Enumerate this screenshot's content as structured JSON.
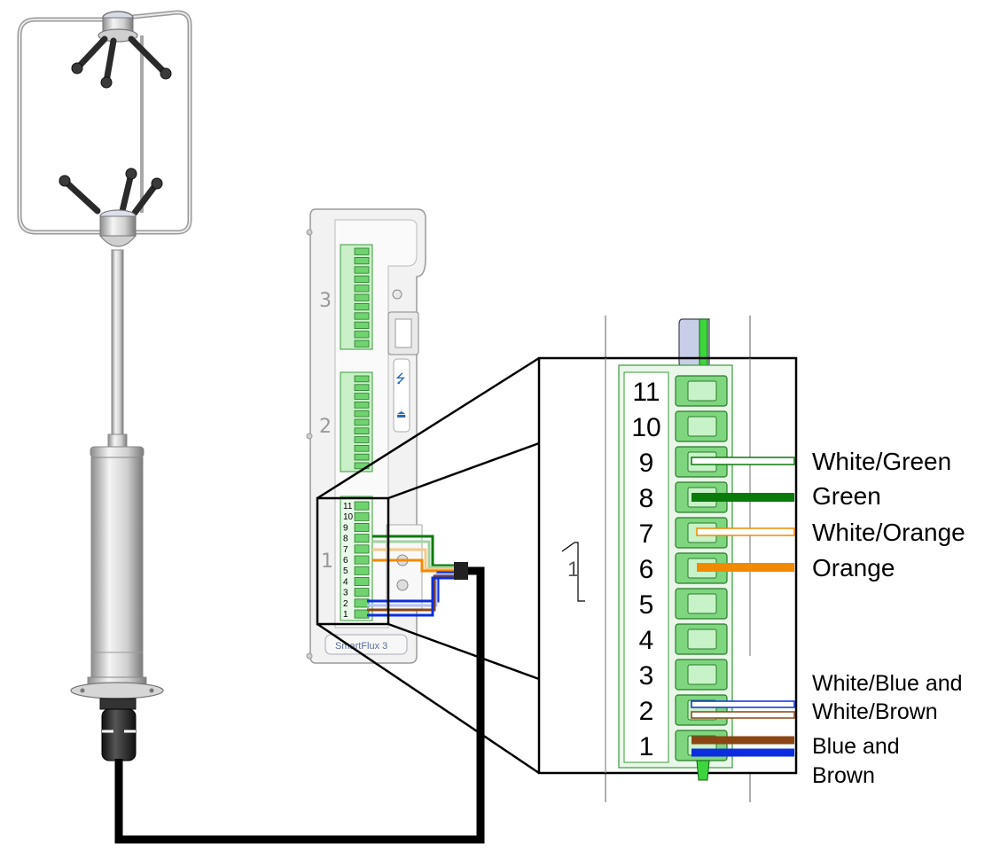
{
  "device": {
    "brand_label": "SmartFlux 3",
    "port_numbers": [
      "3",
      "2",
      "1"
    ]
  },
  "small_terminal": {
    "pins": [
      "11",
      "10",
      "9",
      "8",
      "7",
      "6",
      "5",
      "4",
      "3",
      "2",
      "1"
    ]
  },
  "zoom_terminal": {
    "port_label": "1",
    "pins": [
      "11",
      "10",
      "9",
      "8",
      "7",
      "6",
      "5",
      "4",
      "3",
      "2",
      "1"
    ]
  },
  "wire_labels": {
    "pin9": "White/Green",
    "pin8": "Green",
    "pin7": "White/Orange",
    "pin6": "Orange",
    "pin2_line1": "White/Blue and",
    "pin2_line2": "White/Brown",
    "pin1_line1": "Blue and",
    "pin1_line2": "Brown"
  },
  "colors": {
    "connector_green": "#7ed67e",
    "green_wire": "#0a7a0a",
    "orange_wire": "#f28a00",
    "blue_wire": "#0a2ee0",
    "brown_wire": "#8b4513",
    "cable": "#000000"
  }
}
